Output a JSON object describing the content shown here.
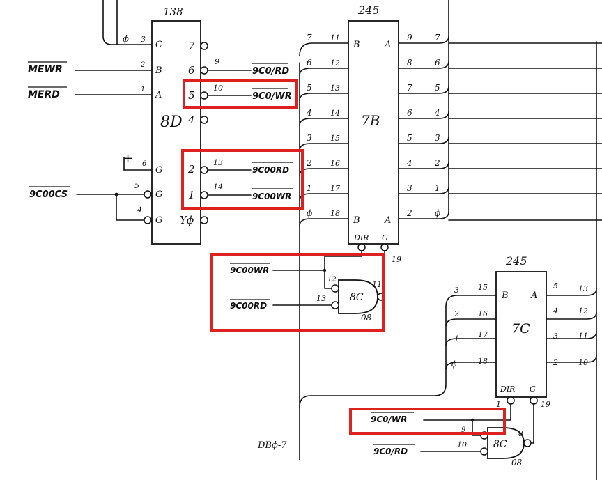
{
  "chips": {
    "u138": {
      "type": "138",
      "ref": "8D",
      "left_pins": [
        {
          "name": "C",
          "num": "3",
          "net": "ϕ"
        },
        {
          "name": "B",
          "num": "2",
          "net": "MEWR"
        },
        {
          "name": "A",
          "num": "1",
          "net": "MERD"
        },
        {
          "name": "G",
          "num": "6",
          "net": "+"
        },
        {
          "name": "G",
          "num": "5",
          "net": "9C00CS"
        },
        {
          "name": "G",
          "num": "4",
          "net": ""
        }
      ],
      "right_pins": [
        {
          "name": "7",
          "num": ""
        },
        {
          "name": "6",
          "num": "9",
          "net": "9C0/RD"
        },
        {
          "name": "5",
          "num": "10",
          "net": "9C0/WR"
        },
        {
          "name": "4",
          "num": ""
        },
        {
          "name": "2",
          "num": "13",
          "net": "9C00RD"
        },
        {
          "name": "1",
          "num": "14",
          "net": "9C00WR"
        },
        {
          "name": "Yϕ",
          "num": ""
        }
      ]
    },
    "u245a": {
      "type": "245",
      "ref": "7B",
      "top_left": "B",
      "top_right": "A",
      "bottom_left": "B",
      "bottom_right": "A",
      "dir": "DIR",
      "g": "G",
      "g_pin": "19",
      "left_pins": [
        {
          "bus": "7",
          "num": "11"
        },
        {
          "bus": "6",
          "num": "12"
        },
        {
          "bus": "5",
          "num": "13"
        },
        {
          "bus": "4",
          "num": "14"
        },
        {
          "bus": "3",
          "num": "15"
        },
        {
          "bus": "2",
          "num": "16"
        },
        {
          "bus": "1",
          "num": "17"
        },
        {
          "bus": "ϕ",
          "num": "18"
        }
      ],
      "right_pins": [
        {
          "num": "9",
          "bus": "7"
        },
        {
          "num": "8",
          "bus": "6"
        },
        {
          "num": "7",
          "bus": "5"
        },
        {
          "num": "6",
          "bus": "4"
        },
        {
          "num": "5",
          "bus": "3"
        },
        {
          "num": "4",
          "bus": "2"
        },
        {
          "num": "3",
          "bus": "1"
        },
        {
          "num": "2",
          "bus": "ϕ"
        }
      ]
    },
    "u245b": {
      "type": "245",
      "ref": "7C",
      "top_left": "B",
      "top_right": "A",
      "dir": "DIR",
      "g": "G",
      "dir_pin": "1",
      "g_pin": "19",
      "left_pins": [
        {
          "bus": "3",
          "num": "15"
        },
        {
          "bus": "2",
          "num": "16"
        },
        {
          "bus": "1",
          "num": "17"
        },
        {
          "bus": "ϕ",
          "num": "18"
        }
      ],
      "right_pins": [
        {
          "num": "5",
          "bus": "13"
        },
        {
          "num": "4",
          "bus": "12"
        },
        {
          "num": "3",
          "bus": "11"
        },
        {
          "num": "2",
          "bus": "10"
        }
      ]
    },
    "gate1": {
      "ref": "8C",
      "type": "08",
      "in_a": {
        "num": "12",
        "net": "9C00WR"
      },
      "in_b": {
        "num": "13",
        "net": "9C00RD"
      },
      "out": "11"
    },
    "gate2": {
      "ref": "8C",
      "type": "08",
      "in_a": {
        "num": "9",
        "net": "9C0/WR"
      },
      "in_b": {
        "num": "10",
        "net": "9C0/RD"
      },
      "out": "8"
    }
  },
  "bus_label": "DBϕ-7",
  "highlight_color": "#dd2020"
}
